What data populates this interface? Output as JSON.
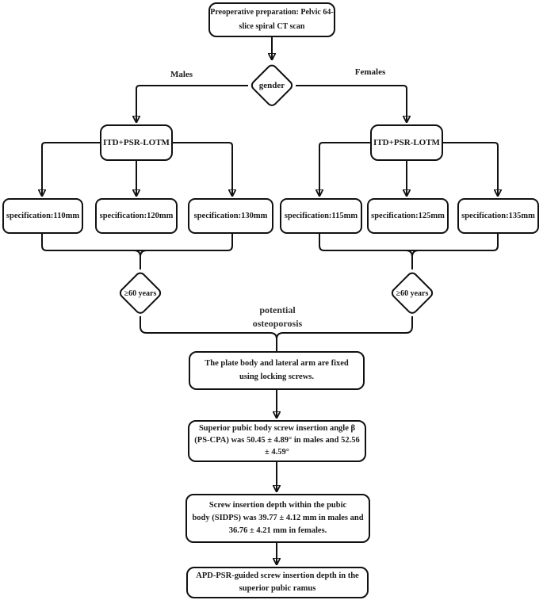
{
  "figure": {
    "type": "flowchart",
    "colors": {
      "line": "#111111",
      "text": "#1a1a1a",
      "background": "#ffffff"
    }
  },
  "nodes": {
    "preop": {
      "lines": [
        "Preoperative preparation: Pelvic 64-",
        "slice spiral CT scan"
      ]
    },
    "gender": {
      "label": "gender"
    },
    "branch_labels": {
      "left": "Males",
      "right": "Females"
    },
    "itd_left": {
      "label": "ITD+PSR-LOTM"
    },
    "itd_right": {
      "label": "ITD+PSR-LOTM"
    },
    "specs_male": [
      "specification:110mm",
      "specification:120mm",
      "specification:130mm"
    ],
    "specs_female": [
      "specification:115mm",
      "specification:125mm",
      "specification:135mm"
    ],
    "age_left": {
      "label": "≥60 years"
    },
    "age_right": {
      "label": "≥60 years"
    },
    "osteoporosis": {
      "lines": [
        "potential",
        "osteoporosis"
      ]
    },
    "plate": {
      "lines": [
        "The plate body and lateral arm are fixed",
        "using locking screws."
      ]
    },
    "angle": {
      "lines": [
        "Superior pubic body screw insertion angle β",
        "(PS-CPA) was 50.45 ± 4.89° in males and 52.56",
        "± 4.59°"
      ]
    },
    "depth": {
      "lines": [
        "Screw insertion depth within the pubic",
        "body (SIDPS) was 39.77 ± 4.12 mm in males and",
        "36.76 ± 4.21 mm in females."
      ]
    },
    "apd": {
      "lines": [
        "APD-PSR-guided screw insertion depth in the",
        "superior pubic ramus"
      ]
    }
  }
}
